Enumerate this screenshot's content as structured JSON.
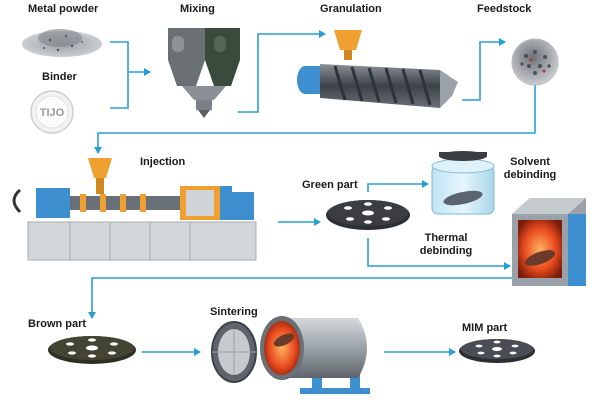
{
  "labels": {
    "metal_powder": "Metal powder",
    "binder": "Binder",
    "mixing": "Mixing",
    "granulation": "Granulation",
    "feedstock": "Feedstock",
    "injection": "Injection",
    "green_part": "Green part",
    "solvent_debinding": "Solvent debinding",
    "thermal_debinding": "Thermal debinding",
    "brown_part": "Brown part",
    "sintering": "Sintering",
    "mim_part": "MIM part"
  },
  "binder_jar_text": "TIJO",
  "colors": {
    "arrow": "#2a9fd6",
    "hopper": "#f0a030",
    "machine_blue": "#3d8fd0",
    "machine_orange": "#f0a030",
    "steel": "#8a9097",
    "furnace_glow": "#e84a1e",
    "part_dark": "#2c2f33"
  }
}
